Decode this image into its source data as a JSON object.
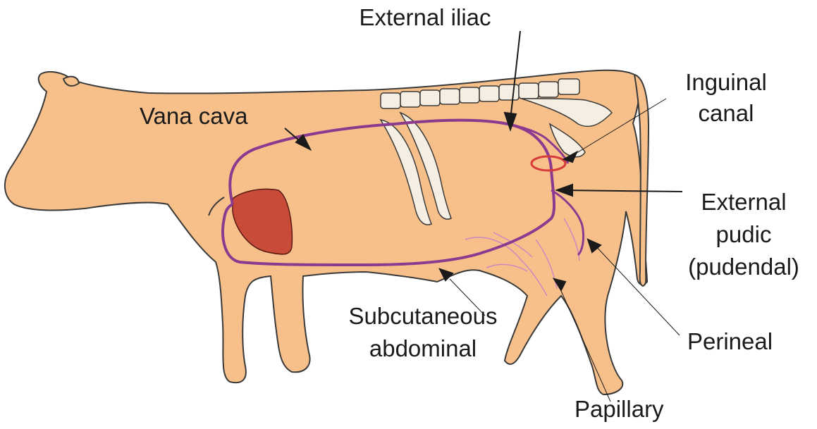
{
  "labels": {
    "external_iliac": "External iliac",
    "inguinal_canal": [
      "Inguinal",
      "canal"
    ],
    "vena_cava": "Vana cava",
    "external_pudic": [
      "External",
      "pudic",
      "(pudendal)"
    ],
    "subcutaneous_abdominal": [
      "Subcutaneous",
      "abdominal"
    ],
    "perineal": "Perineal",
    "papillary": "Papillary"
  },
  "colors": {
    "body": "#F7C08B",
    "outline": "#3a3a3a",
    "vein": "#8B3A8F",
    "heart": "#C84A38",
    "bone": "#F4EFE2",
    "inguinal_ring": "#D63A3A",
    "udder_vessel": "#C98AC0"
  }
}
